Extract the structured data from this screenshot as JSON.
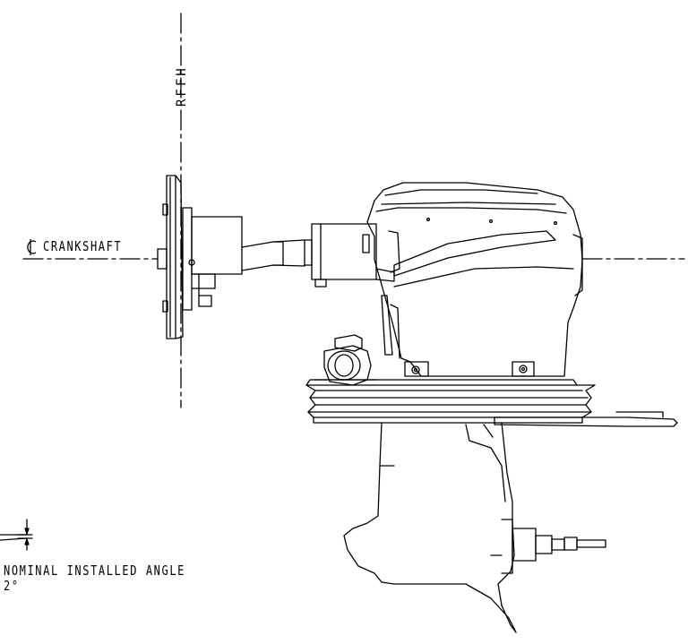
{
  "labels": {
    "rffh": "RFFH",
    "crankshaft": "CRANKSHAFT",
    "nominal_angle_label": "NOMINAL INSTALLED ANGLE",
    "nominal_angle_value": "2°"
  },
  "colors": {
    "line": "#000000",
    "background": "#ffffff"
  }
}
